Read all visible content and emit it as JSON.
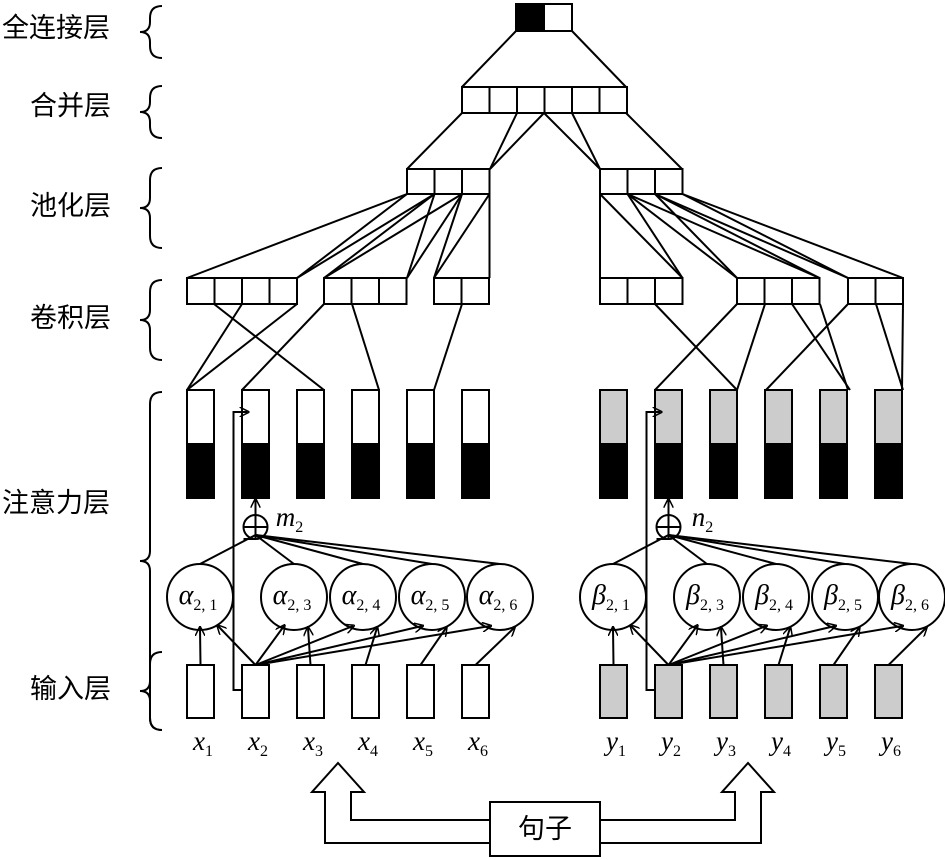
{
  "layers": {
    "fully_connected": "全连接层",
    "merge": "合并层",
    "pooling": "池化层",
    "convolution": "卷积层",
    "attention": "注意力层",
    "input": "输入层"
  },
  "sentence_label": "句子",
  "left": {
    "inputs": [
      {
        "base": "x",
        "sub": "1"
      },
      {
        "base": "x",
        "sub": "2"
      },
      {
        "base": "x",
        "sub": "3"
      },
      {
        "base": "x",
        "sub": "4"
      },
      {
        "base": "x",
        "sub": "5"
      },
      {
        "base": "x",
        "sub": "6"
      }
    ],
    "weights": [
      {
        "base": "α",
        "sub": "2, 1"
      },
      {
        "base": "α",
        "sub": "2, 3"
      },
      {
        "base": "α",
        "sub": "2, 4"
      },
      {
        "base": "α",
        "sub": "2, 5"
      },
      {
        "base": "α",
        "sub": "2, 6"
      }
    ],
    "sum": {
      "base": "m",
      "sub": "2"
    },
    "input_fill": "#ffffff",
    "attn_top_fill": "#ffffff"
  },
  "right": {
    "inputs": [
      {
        "base": "y",
        "sub": "1"
      },
      {
        "base": "y",
        "sub": "2"
      },
      {
        "base": "y",
        "sub": "3"
      },
      {
        "base": "y",
        "sub": "4"
      },
      {
        "base": "y",
        "sub": "5"
      },
      {
        "base": "y",
        "sub": "6"
      }
    ],
    "weights": [
      {
        "base": "β",
        "sub": "2, 1"
      },
      {
        "base": "β",
        "sub": "2, 3"
      },
      {
        "base": "β",
        "sub": "2, 4"
      },
      {
        "base": "β",
        "sub": "2, 5"
      },
      {
        "base": "β",
        "sub": "2, 6"
      }
    ],
    "sum": {
      "base": "n",
      "sub": "2"
    },
    "input_fill": "#cccccc",
    "attn_top_fill": "#cccccc"
  },
  "fc_cell_fills": [
    "#000000",
    "#ffffff"
  ],
  "attention_bottom_fill": "#000000"
}
